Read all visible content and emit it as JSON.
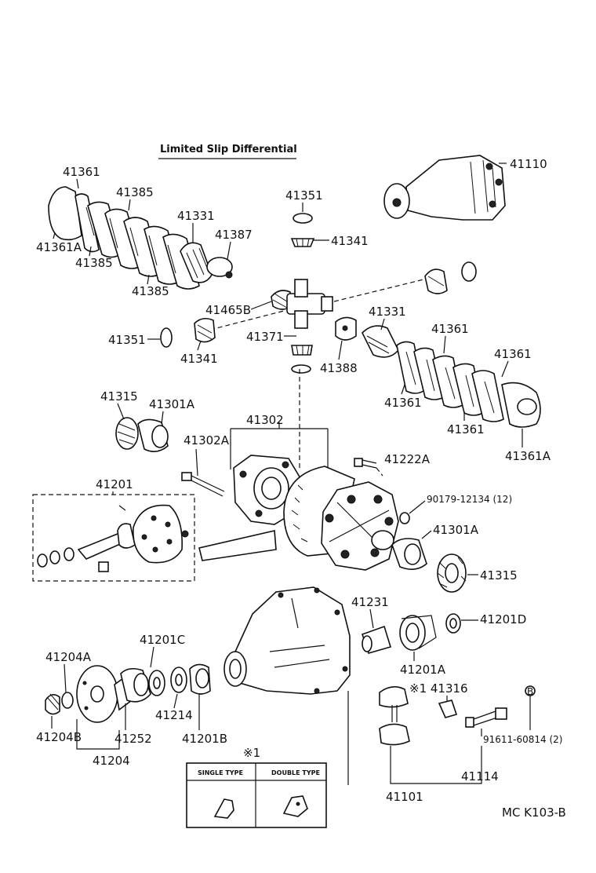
{
  "title": "Limited Slip Differential",
  "diagram_code": "MC K103-B",
  "note_ref": "※1",
  "note_box": {
    "single": "SINGLE TYPE",
    "double": "DOUBLE TYPE"
  },
  "circle_symbol": "B",
  "labels": {
    "p41361_top": "41361",
    "p41385_a": "41385",
    "p41331_left": "41331",
    "p41387": "41387",
    "p41361A_left": "41361A",
    "p41385_b": "41385",
    "p41385_c": "41385",
    "p41351_top": "41351",
    "p41341_top": "41341",
    "p41110": "41110",
    "p41465B": "41465B",
    "p41351_left": "41351",
    "p41341_left": "41341",
    "p41371": "41371",
    "p41388": "41388",
    "p41331_right": "41331",
    "p41361_r1": "41361",
    "p41361_r2": "41361",
    "p41361_r3": "41361",
    "p41361_r4": "41361",
    "p41361A_right": "41361A",
    "p41315_top": "41315",
    "p41301A_top": "41301A",
    "p41302": "41302",
    "p41302A": "41302A",
    "p41222A": "41222A",
    "p41201": "41201",
    "p90179": "90179-12134 (12)",
    "p41301A_mid": "41301A",
    "p41315_mid": "41315",
    "p41231": "41231",
    "p41201D": "41201D",
    "p41201C": "41201C",
    "p41204A": "41204A",
    "p41201A": "41201A",
    "p41316": "※1 41316",
    "p41204B": "41204B",
    "p41252": "41252",
    "p41214": "41214",
    "p41201B": "41201B",
    "p91611": "91611-60814 (2)",
    "p41204": "41204",
    "p41114": "41114",
    "p41101": "41101"
  }
}
